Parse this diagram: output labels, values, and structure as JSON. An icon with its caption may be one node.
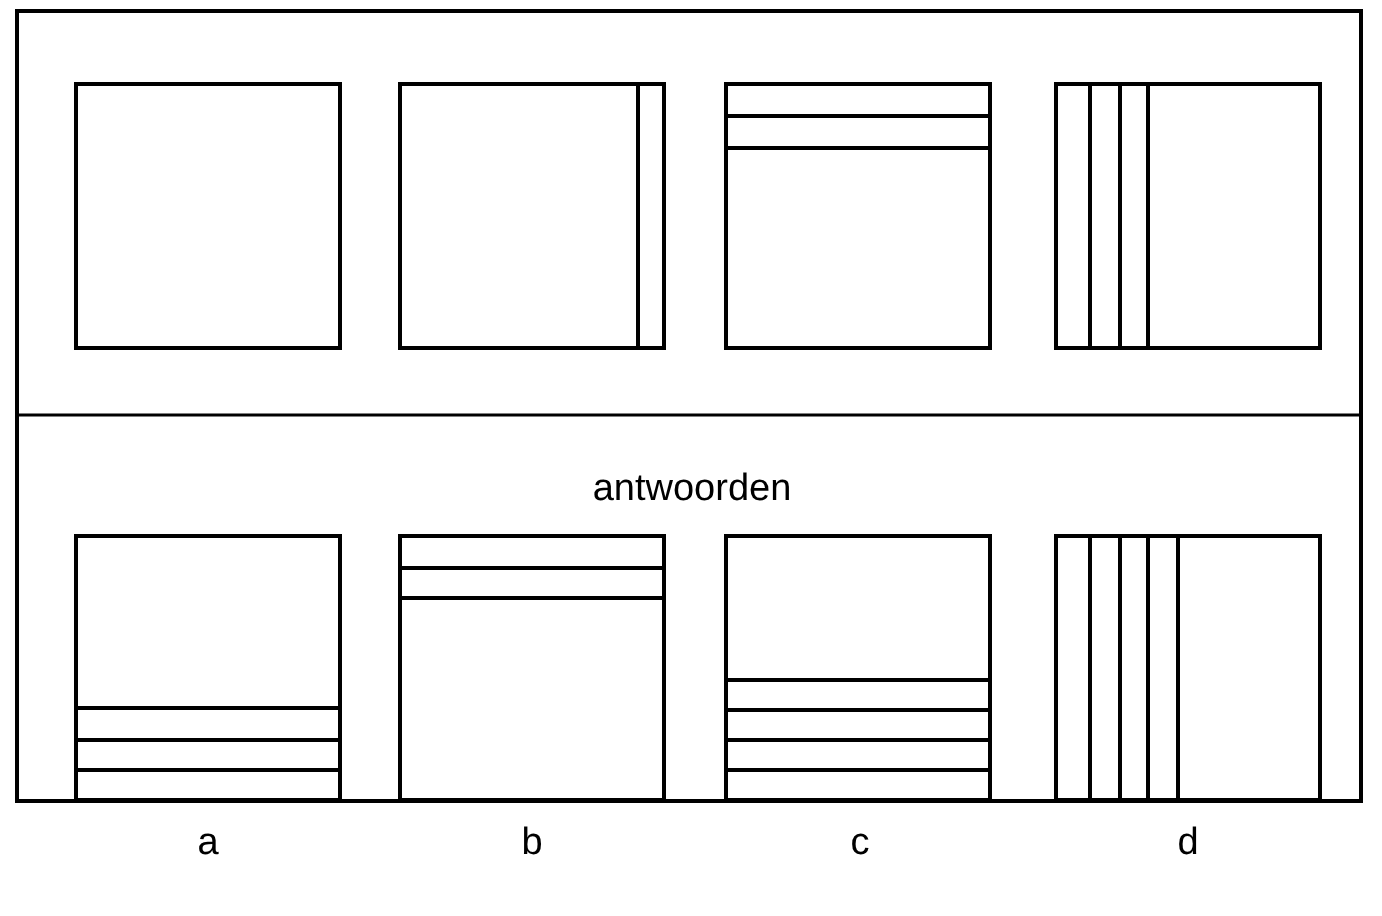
{
  "diagram": {
    "labels": [
      "antwoorden",
      "a",
      "b",
      "c",
      "d"
    ]
  }
}
